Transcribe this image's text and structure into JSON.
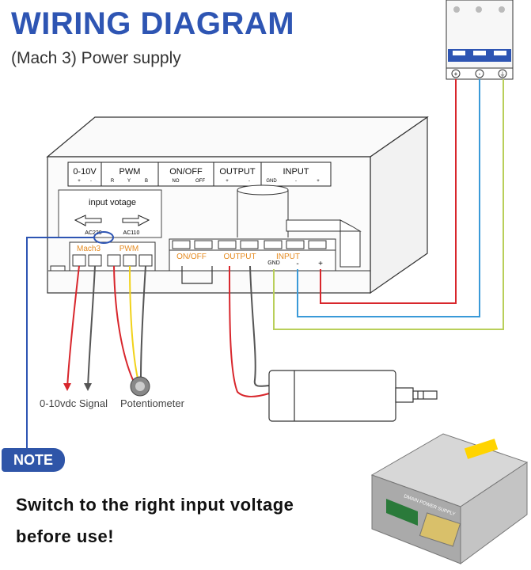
{
  "header": {
    "title": "WIRING DIAGRAM",
    "subtitle": "(Mach 3) Power supply"
  },
  "breaker": {
    "terminals": [
      "+",
      "-",
      "⏚"
    ]
  },
  "panel_top_labels": [
    "0-10V",
    "PWM",
    "ON/OFF",
    "OUTPUT",
    "INPUT"
  ],
  "panel_sub_labels": {
    "zero10v": [
      "+",
      "-"
    ],
    "pwm": [
      "R",
      "Y",
      "B"
    ],
    "onoff": [
      "NO",
      "OFF"
    ],
    "output": [
      "+",
      "-"
    ],
    "input": [
      "GND",
      "-",
      "+"
    ]
  },
  "voltage_switch": {
    "title": "input votage",
    "left": "AC220",
    "right": "AC110"
  },
  "terminal_labels": {
    "mach3": "Mach3",
    "pwm": "PWM",
    "onoff": "ON/OFF",
    "output": "OUTPUT",
    "input": "INPUT",
    "gnd": "GND",
    "minus": "-",
    "plus": "+"
  },
  "bottom_labels": {
    "signal": "0-10vdc Signal",
    "potentiometer": "Potentiometer"
  },
  "note": {
    "badge": "NOTE",
    "line1": "Switch to the right input voltage",
    "line2": "before use!"
  },
  "product_label": "DMAIN POWER SUPPLY",
  "colors": {
    "title": "#2e55b3",
    "red_wire": "#d8262c",
    "blue_wire": "#3a9ad8",
    "green_wire": "#b9cf5a",
    "gray_wire": "#555555",
    "yellow_wire": "#f1d21a",
    "orange_label": "#e58a1f",
    "note_blue": "#2f55a8"
  }
}
